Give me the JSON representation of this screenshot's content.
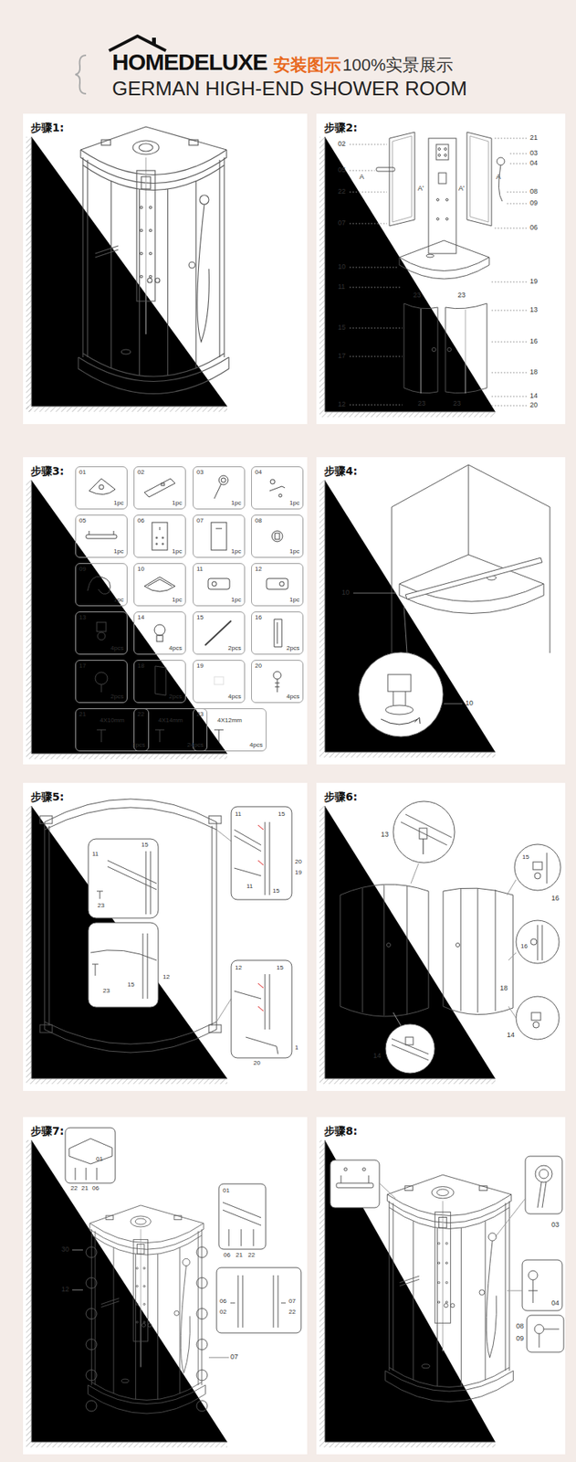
{
  "diagram": {
    "nodes": [
      {
        "text": [
          "步骤1:"
        ]
      },
      {
        "text": [
          "步骤2:"
        ]
      },
      {
        "text": [
          "步骤3:"
        ]
      },
      {
        "text": [
          "01",
          "1pc"
        ],
        "in": 2
      },
      {
        "text": [
          "02",
          "1pc"
        ],
        "in": 2
      },
      {
        "text": [
          "03",
          "1pc"
        ],
        "in": 2
      },
      {
        "text": [
          "04",
          "1pc"
        ],
        "in": 2
      },
      {
        "text": [
          "05",
          "1pc"
        ],
        "in": 2
      },
      {
        "text": [
          "06",
          "1pc"
        ],
        "in": 2
      },
      {
        "text": [
          "07",
          "1pc"
        ],
        "in": 2
      },
      {
        "text": [
          "08",
          "1pc"
        ],
        "in": 2
      },
      {
        "text": [
          "09",
          "1pc"
        ],
        "in": 2
      },
      {
        "text": [
          "10",
          "1pc"
        ],
        "in": 2
      },
      {
        "text": [
          "11",
          "1pc"
        ],
        "in": 2
      },
      {
        "text": [
          "12",
          "1pc"
        ],
        "in": 2
      },
      {
        "text": [
          "13",
          "4pcs"
        ],
        "in": 2
      },
      {
        "text": [
          "14",
          "4pcs"
        ],
        "in": 2
      },
      {
        "text": [
          "15",
          "2pcs"
        ],
        "in": 2
      },
      {
        "text": [
          "16",
          "2pcs"
        ],
        "in": 2
      },
      {
        "text": [
          "17",
          "2pcs"
        ],
        "in": 2
      },
      {
        "text": [
          "18",
          "2pcs"
        ],
        "in": 2
      },
      {
        "text": [
          "19",
          "4pcs"
        ],
        "in": 2
      },
      {
        "text": [
          "20",
          "4pcs"
        ],
        "in": 2
      },
      {
        "text": [
          "21",
          "4X10mm",
          "8pcs"
        ],
        "in": 2
      },
      {
        "text": [
          "22",
          "4X14mm",
          "24pcs"
        ],
        "in": 2
      },
      {
        "text": [
          "23",
          "4X12mm",
          "4pcs"
        ],
        "in": 2
      },
      {
        "text": [
          "步骤4:"
        ]
      },
      {
        "text": [
          "步骤5:"
        ]
      },
      {
        "text": [
          "步骤6:"
        ]
      },
      {
        "text": [
          "步骤7:"
        ]
      },
      {
        "text": [
          "步骤8:"
        ]
      }
    ],
    "labels": [
      "HOMEDELUXE",
      "安装图示",
      "100%实景展示",
      "GERMAN HIGH-END SHOWER ROOM",
      "02",
      "05",
      "22",
      "07",
      "10",
      "11",
      "15",
      "17",
      "12",
      "21",
      "03",
      "04",
      "08",
      "09",
      "06",
      "19",
      "13",
      "16",
      "18",
      "14",
      "20",
      "A",
      "A'",
      "A'",
      "A",
      "23",
      "23",
      "23",
      "23",
      "10",
      "10",
      "11",
      "15",
      "23",
      "23",
      "15",
      "12",
      "11",
      "15",
      "20",
      "19",
      "11",
      "15",
      "12",
      "15",
      "1",
      "20",
      "13",
      "15",
      "16",
      "16",
      "18",
      "14",
      "14",
      "01",
      "22",
      "21",
      "06",
      "01",
      "06",
      "21",
      "22",
      "30",
      "12",
      "06",
      "02",
      "07",
      "22",
      "07",
      "03",
      "04",
      "08",
      "09"
    ]
  }
}
